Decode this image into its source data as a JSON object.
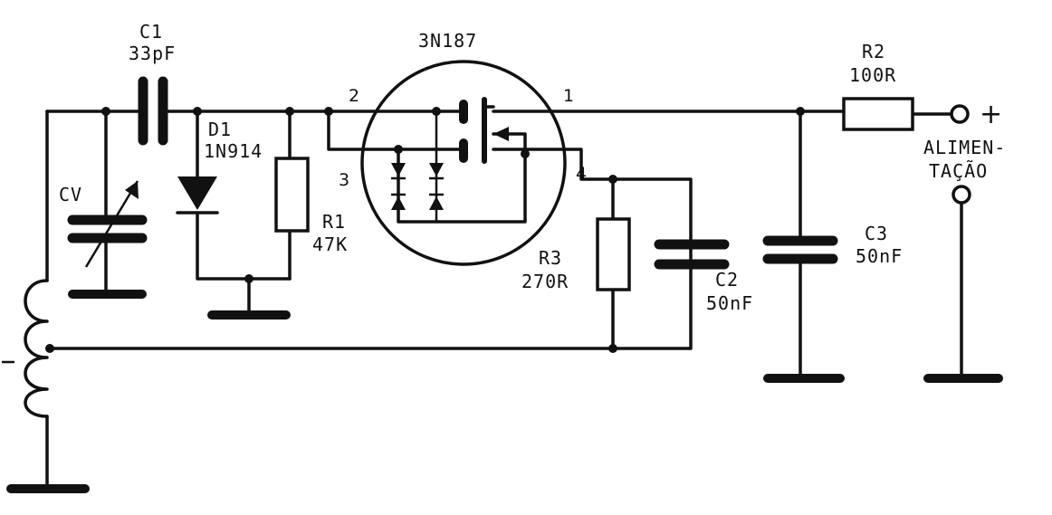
{
  "labels": {
    "c1_name": "C1",
    "c1_value": "33pF",
    "d1_name": "D1",
    "d1_value": "1N914",
    "cv_name": "CV",
    "r1_name": "R1",
    "r1_value": "47K",
    "fet_name": "3N187",
    "pin_1": "1",
    "pin_2": "2",
    "pin_3": "3",
    "pin_4": "4",
    "r3_name": "R3",
    "r3_value": "270R",
    "c2_name": "C2",
    "c2_value": "50nF",
    "c3_name": "C3",
    "c3_value": "50nF",
    "r2_name": "R2",
    "r2_value": "100R",
    "supply_line1": "ALIMEN-",
    "supply_line2": "TAÇÃO",
    "plus_sign": "+"
  }
}
